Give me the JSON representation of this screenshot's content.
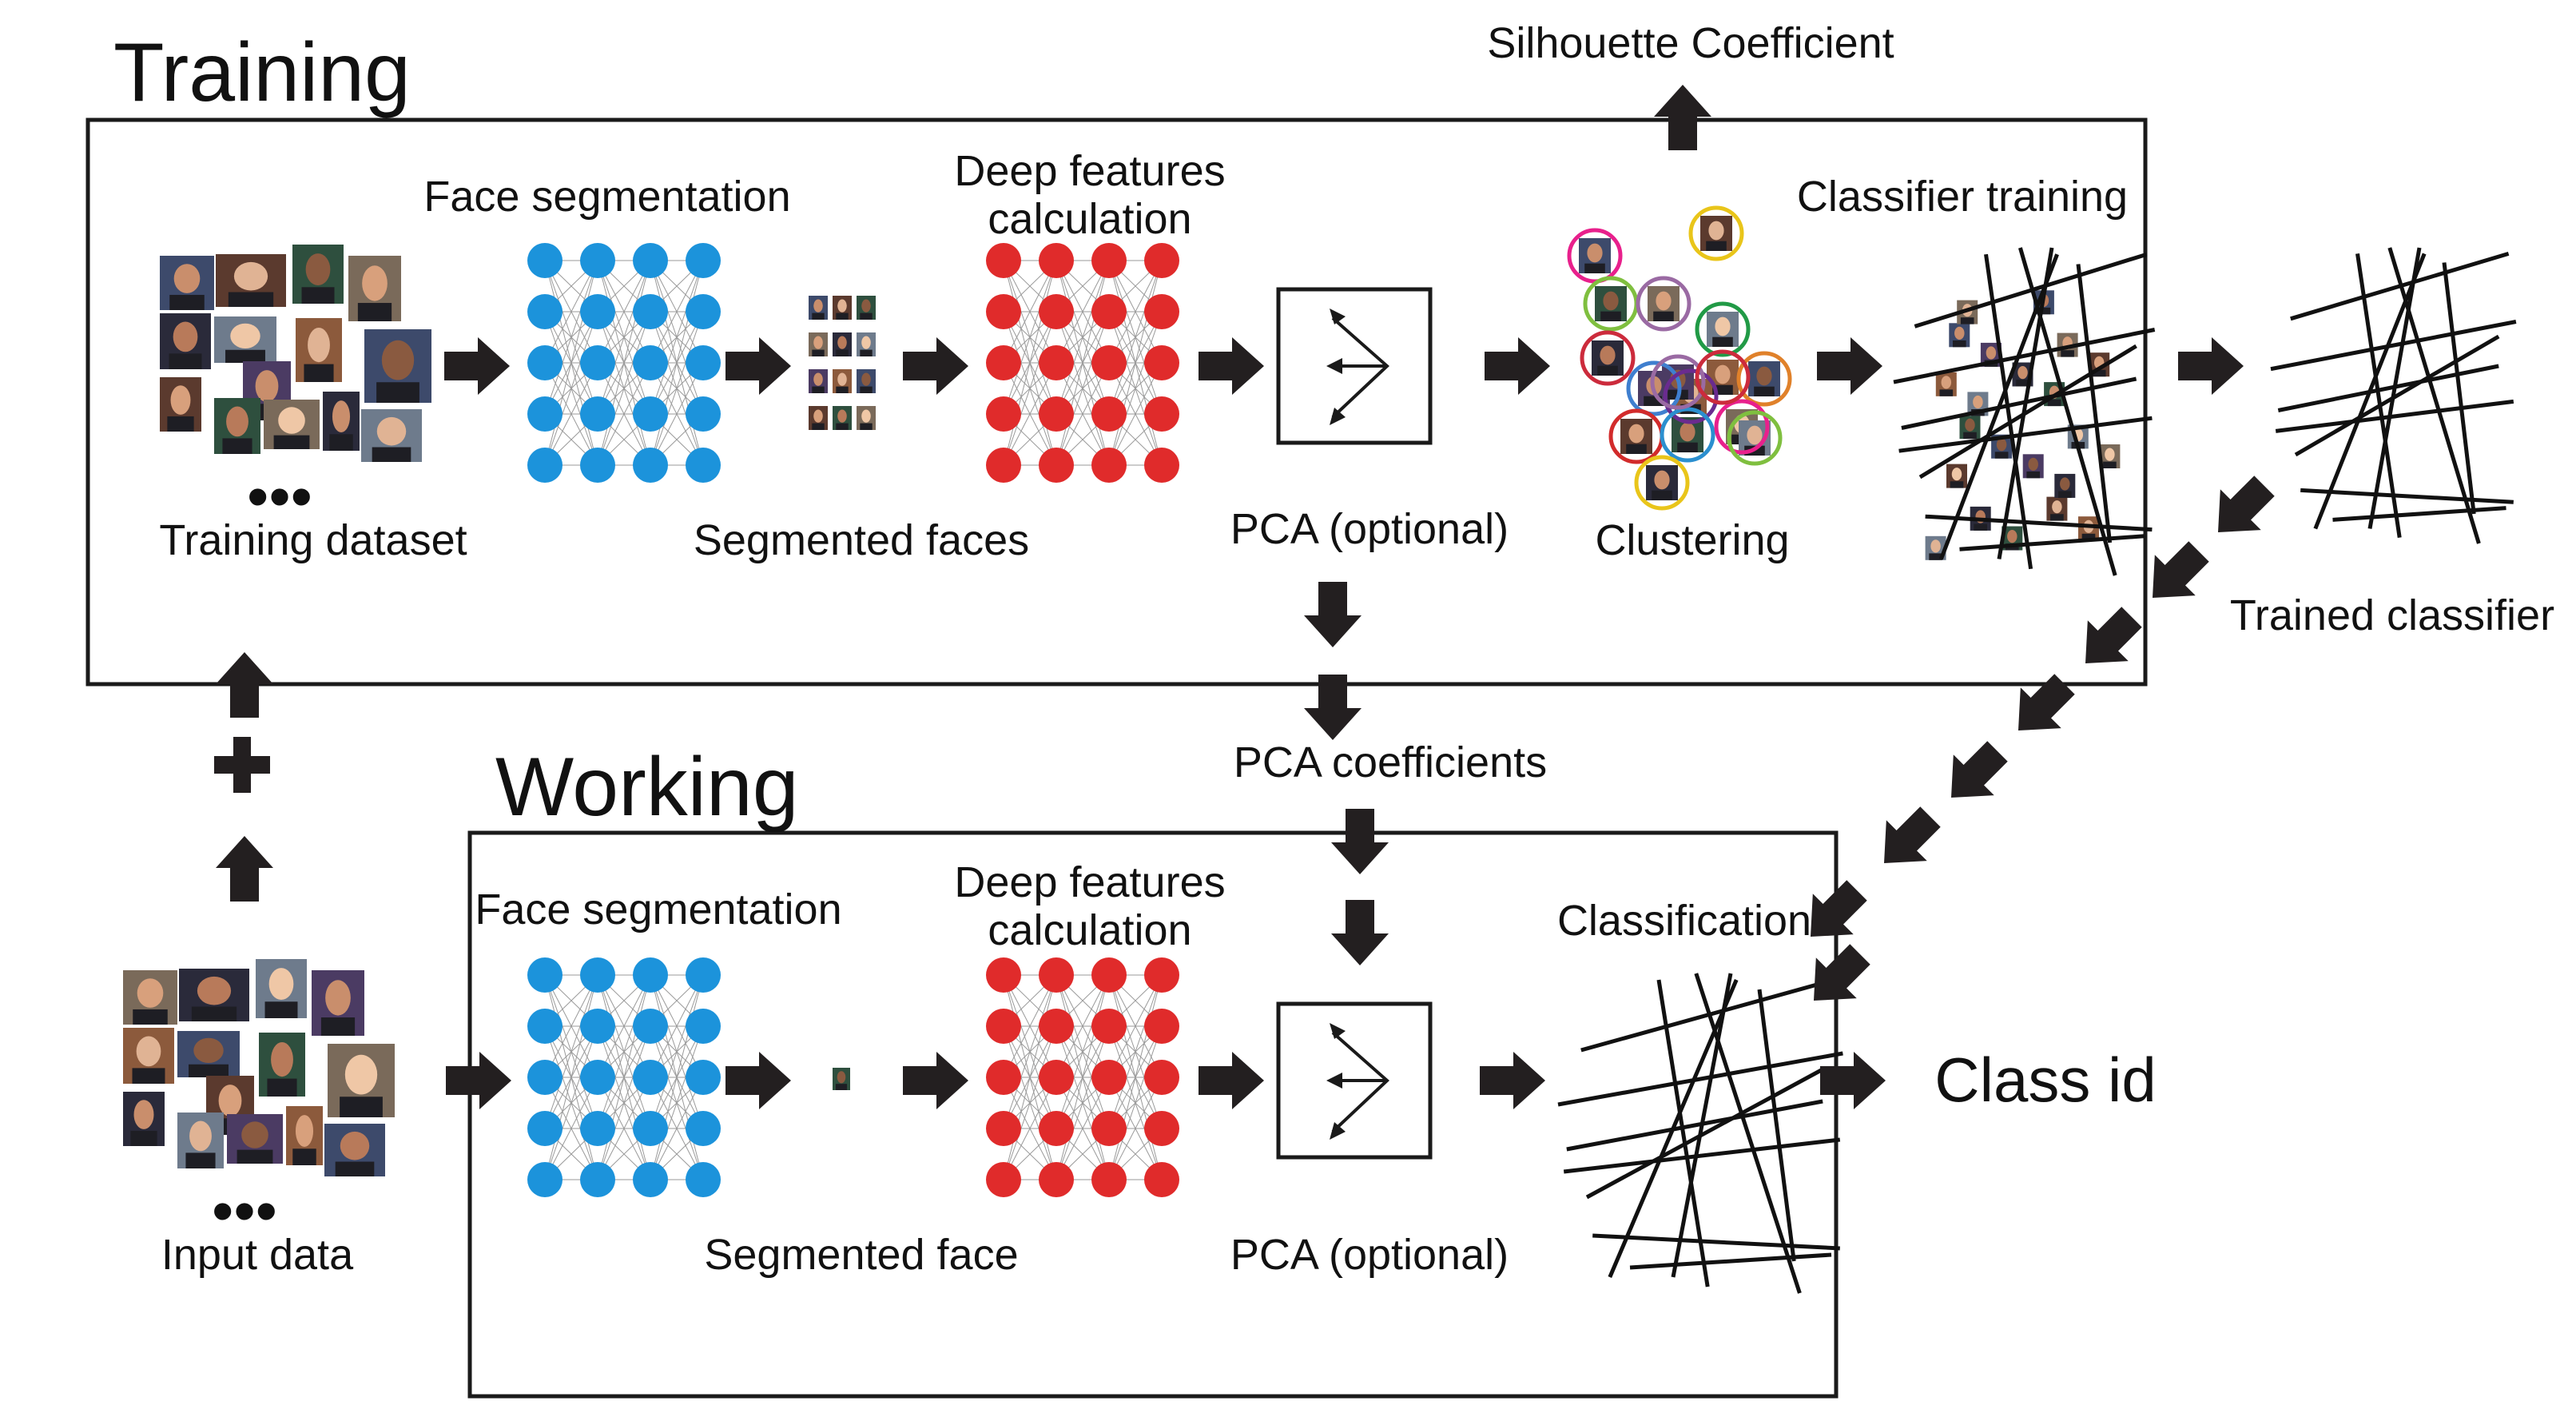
{
  "colors": {
    "arrow": "#231f20",
    "segmentation_nodes": "#1c93db",
    "feature_nodes": "#e02b2b",
    "lines": "#111111",
    "cluster_rings": [
      "#e8208c",
      "#e9c51a",
      "#7fbf3f",
      "#9a6aa3",
      "#cc2b3c",
      "#219a46",
      "#3f7fcf",
      "#6a2b8f",
      "#e0812a",
      "#d22b2b",
      "#2b8fcf"
    ]
  },
  "training": {
    "title": "Training",
    "silhouette": "Silhouette Coefficient",
    "face_segmentation": "Face segmentation",
    "deep_features_1": "Deep features",
    "deep_features_2": "calculation",
    "classifier_training": "Classifier training",
    "ellipsis": "•••",
    "training_dataset": "Training dataset",
    "segmented_faces": "Segmented faces",
    "pca": "PCA (optional)",
    "clustering": "Clustering",
    "trained_classifier": "Trained classifier"
  },
  "middle": {
    "pca_coefficients": "PCA coefficients",
    "plus": "+"
  },
  "working": {
    "title": "Working",
    "face_segmentation": "Face segmentation",
    "deep_features_1": "Deep features",
    "deep_features_2": "calculation",
    "classification": "Classification",
    "ellipsis": "•••",
    "input_data": "Input data",
    "segmented_face": "Segmented face",
    "pca": "PCA (optional)",
    "class_id": "Class id"
  },
  "icons": {
    "face_thumbnails": "face-photo-icon",
    "pca_symbol": "pca-axes-icon",
    "classifier": "hyperplane-lines-icon"
  }
}
